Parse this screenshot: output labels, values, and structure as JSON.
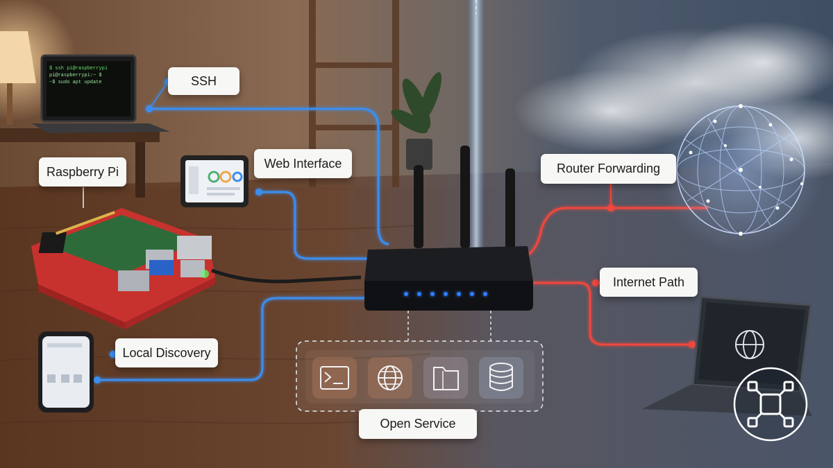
{
  "labels": {
    "ssh": "SSH",
    "raspberry_pi": "Raspberry Pi",
    "web_interface": "Web Interface",
    "local_discovery": "Local Discovery",
    "router_forwarding": "Router Forwarding",
    "internet_path": "Internet Path",
    "open_service": "Open Service"
  },
  "terminal_lines": [
    "$ ssh pi@raspberrypi",
    "pi@raspberrypi:~ $",
    "~$ sudo apt update"
  ],
  "icons": {
    "service_icons": [
      "terminal-icon",
      "globe-icon",
      "folder-icon",
      "database-icon"
    ],
    "laptop_screen_icon": "globe-icon",
    "corner_logo": "network-nodes-icon"
  },
  "colors": {
    "local_link": "#3b8ef0",
    "internet_link": "#f0473c",
    "router_led": "#2f7dff"
  }
}
